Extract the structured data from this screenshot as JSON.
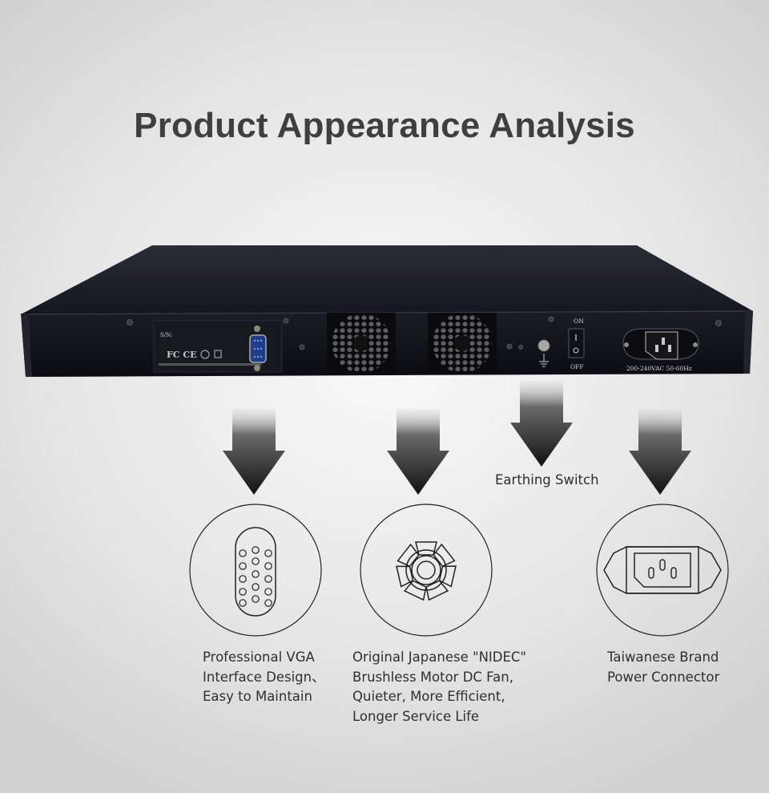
{
  "title": "Product Appearance Analysis",
  "device": {
    "sn_label": "S/N:",
    "cert_marks": "FC CE",
    "switch_on": "ON",
    "switch_off": "OFF",
    "power_rating": "200-240VAC 50-60Hz"
  },
  "features": {
    "vga": {
      "lines": [
        "Professional VGA",
        "Interface Design、",
        "Easy to Maintain"
      ],
      "icon": "vga-port-icon"
    },
    "fan": {
      "lines": [
        "Original Japanese \"NIDEC\"",
        "Brushless Motor DC Fan,",
        "Quieter, More Efficient,",
        "Longer Service Life"
      ],
      "icon": "fan-icon"
    },
    "earth": {
      "lines": [
        "Earthing Switch"
      ]
    },
    "power": {
      "lines": [
        "Taiwanese Brand",
        "Power Connector"
      ],
      "icon": "power-connector-icon"
    }
  }
}
